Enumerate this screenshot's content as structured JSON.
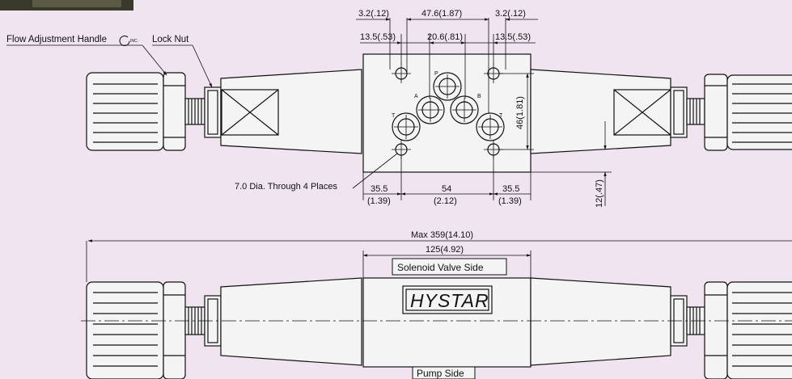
{
  "colors": {
    "background": "#efe4ef",
    "body_fill": "#f4f4f4",
    "line": "#111111",
    "dark_block": "#3a3a2c"
  },
  "labels": {
    "flow_handle": "Flow Adjustment Handle",
    "inc": "INC.",
    "lock_nut": "Lock Nut",
    "holes": "7.0 Dia. Through 4 Places",
    "solenoid_side": "Solenoid Valve Side",
    "pump_side": "Pump Side",
    "brand": "HYSTAR"
  },
  "ports": {
    "p": "P",
    "a": "A",
    "b": "B",
    "t_left": "T",
    "t_right": "T"
  },
  "dims": {
    "top_left_offset": "3.2(.12)",
    "top_span": "47.6(1.87)",
    "top_right_offset": "3.2(.12)",
    "second_left": "13.5(.53)",
    "second_mid": "20.6(.81)",
    "second_right": "13.5(.53)",
    "height": "46(1.81)",
    "offset_right": "12(.47)",
    "bottom_left_mm": "35.5",
    "bottom_left_in": "(1.39)",
    "bottom_mid_mm": "54",
    "bottom_mid_in": "(2.12)",
    "bottom_right_mm": "35.5",
    "bottom_right_in": "(1.39)",
    "max_length": "Max 359(14.10)",
    "body_length": "125(4.92)"
  }
}
